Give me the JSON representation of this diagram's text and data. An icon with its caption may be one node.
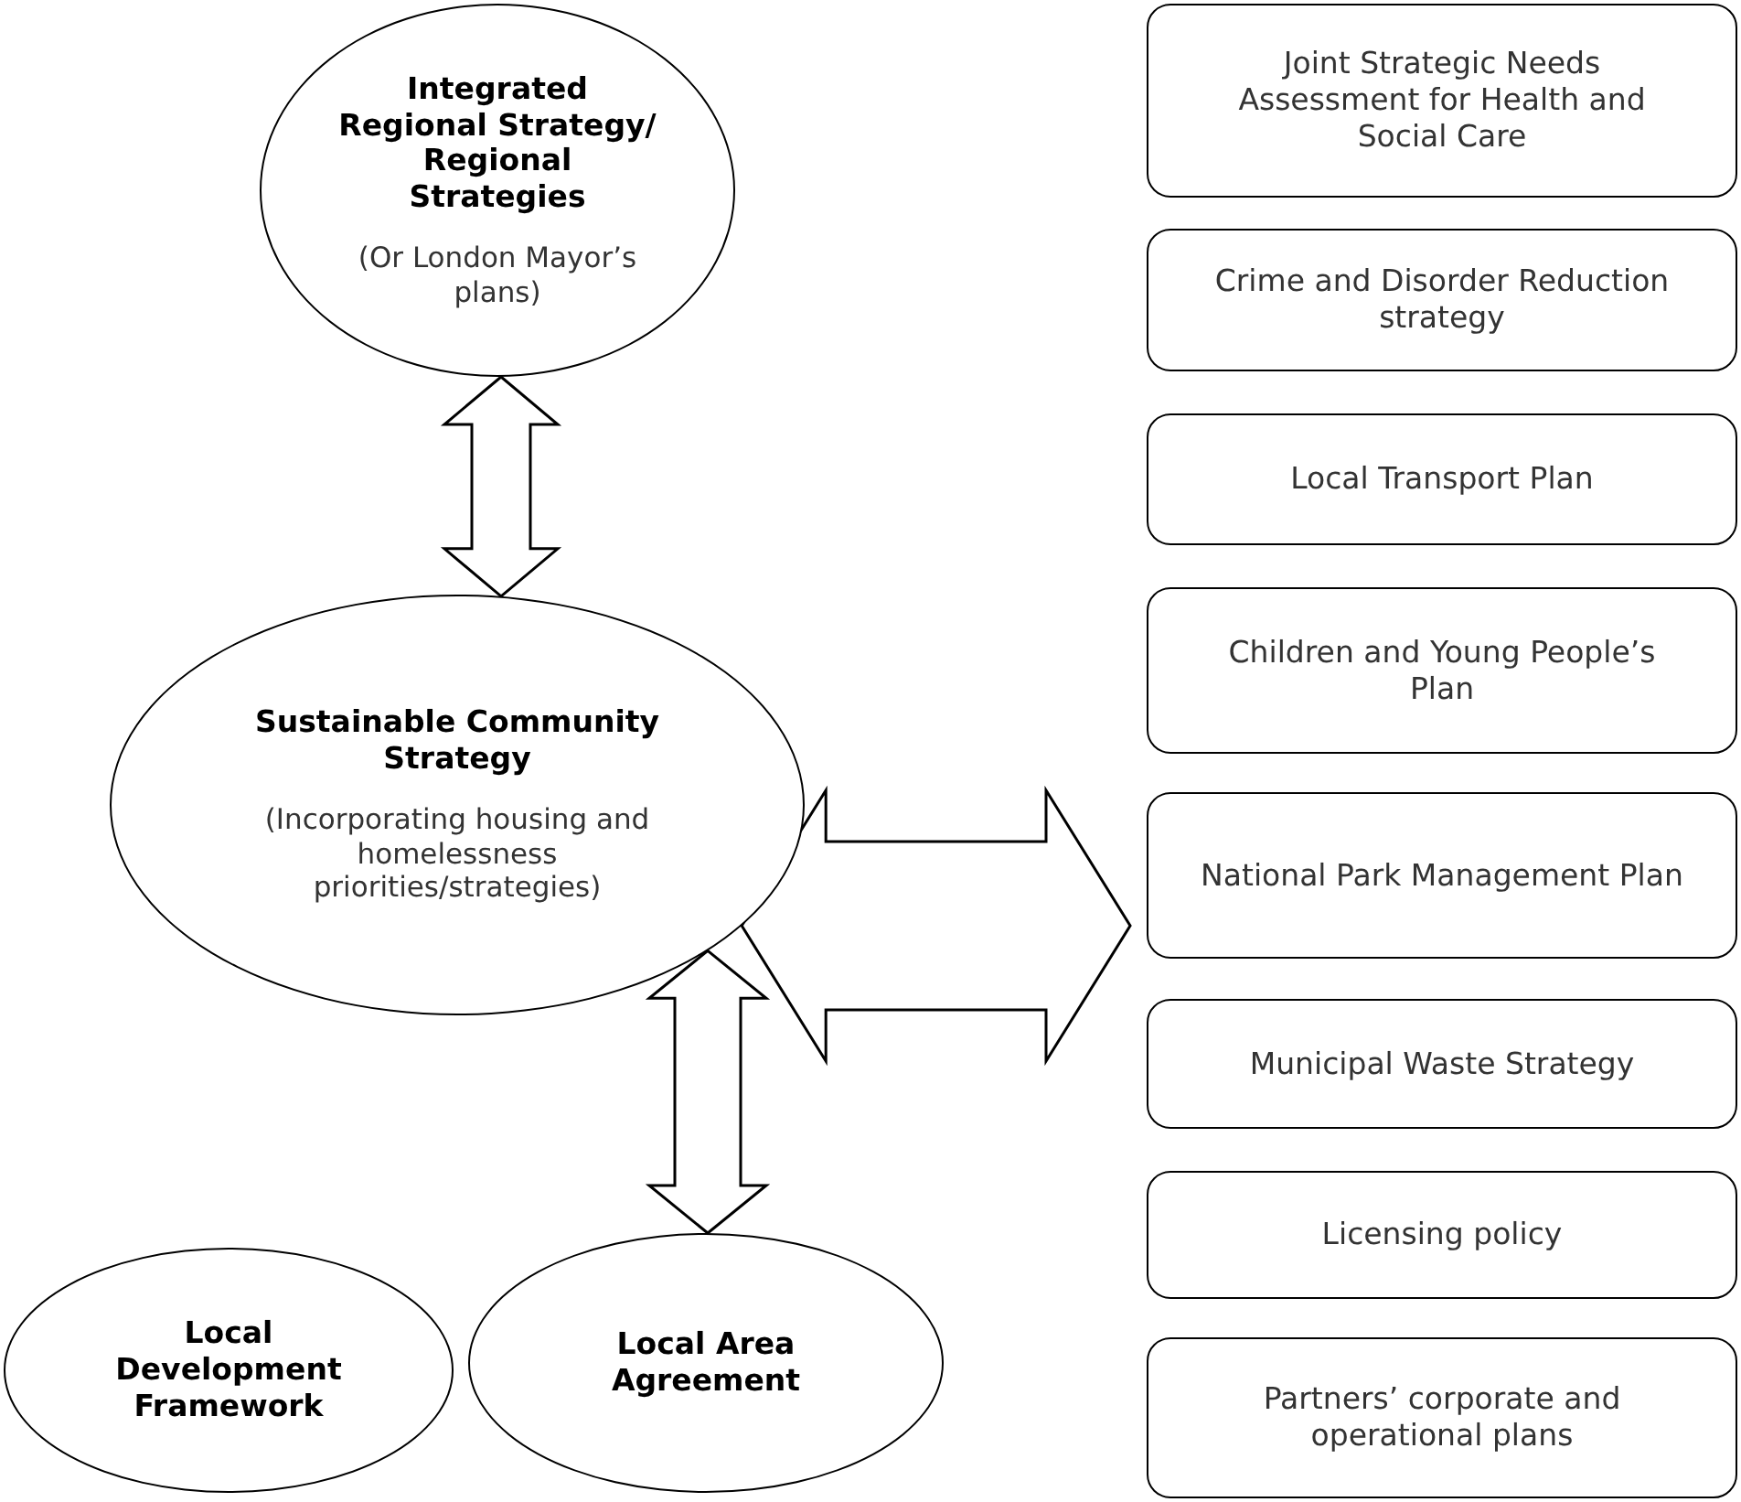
{
  "diagram": {
    "nodes": [
      {
        "text": [
          "Integrated Regional Strategy/ Regional Strategies",
          "(Or London Mayor’s plans)"
        ]
      },
      {
        "text": [
          "Sustainable Community Strategy",
          "(Incorporating housing and homelessness priorities/strategies)"
        ]
      },
      {
        "text": [
          "Local Development Framework"
        ]
      },
      {
        "text": [
          "Local Area Agreement"
        ]
      },
      {
        "text": [
          "Joint Strategic Needs Assessment for Health and Social Care"
        ]
      },
      {
        "text": [
          "Crime and Disorder Reduction strategy"
        ]
      },
      {
        "text": [
          "Local Transport Plan"
        ]
      },
      {
        "text": [
          "Children and Young People’s Plan"
        ]
      },
      {
        "text": [
          "National Park Management Plan"
        ]
      },
      {
        "text": [
          "Municipal Waste Strategy"
        ]
      },
      {
        "text": [
          "Licensing policy"
        ]
      },
      {
        "text": [
          "Partners’ corporate and operational plans"
        ]
      }
    ],
    "edges": [
      {
        "from": 0,
        "to": 1,
        "arrow": "both"
      },
      {
        "from": 1,
        "to": null,
        "arrow": "both"
      },
      {
        "from": 1,
        "to": 3,
        "arrow": "both"
      }
    ]
  }
}
